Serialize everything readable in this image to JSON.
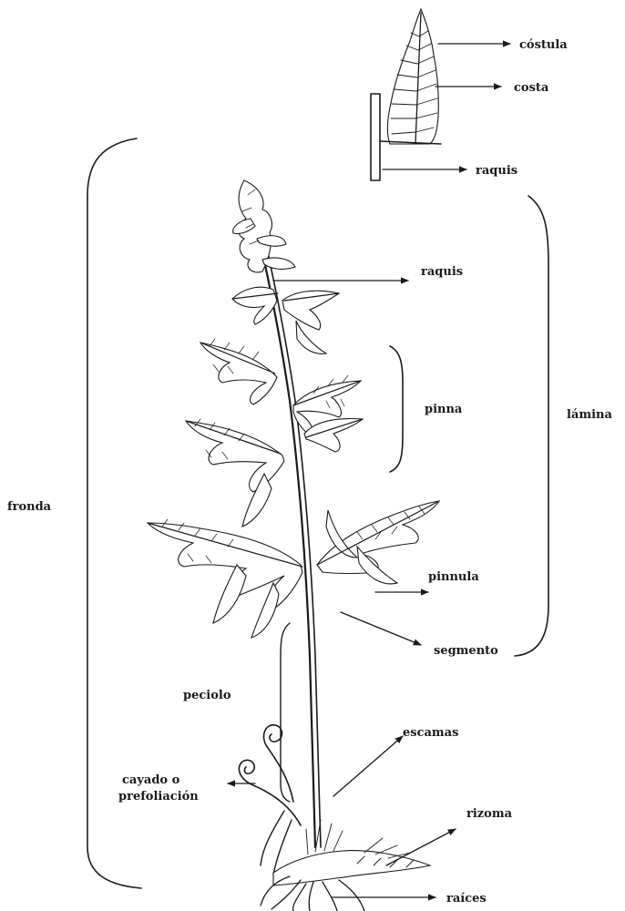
{
  "labels": {
    "costula": "cóstula",
    "costa": "costa",
    "raquis_top": "raquis",
    "raquis": "raquis",
    "pinna": "pinna",
    "lamina": "lámina",
    "fronda": "fronda",
    "pinnula": "pinnula",
    "segmento": "segmento",
    "peciolo": "peciolo",
    "escamas": "escamas",
    "cayado_1": "cayado o",
    "cayado_2": "prefoliación",
    "rizoma": "rizoma",
    "raices": "raíces"
  }
}
